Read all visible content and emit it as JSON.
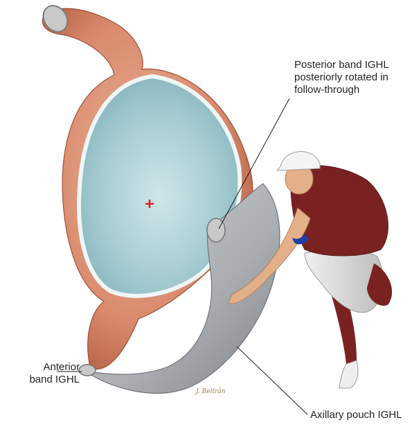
{
  "labels": {
    "posterior_band": "Posterior band IGHL\nposteriorly rotated in\nfollow-through",
    "anterior_band": "Anterior\nband IGHL",
    "axillary_pouch": "Axillary pouch IGHL"
  },
  "signature": "J. Beltrán",
  "colors": {
    "bone": "#d98a6c",
    "bone_dark": "#b85f44",
    "cartilage": "#a8cdd3",
    "cartilage_light": "#d3e8ea",
    "ligament": "#b9bcbe",
    "ligament_dark": "#8d9194",
    "jersey": "#7a2222",
    "skin": "#e3b08a",
    "pants": "#e1e1e1",
    "center_mark": "#d62020"
  }
}
